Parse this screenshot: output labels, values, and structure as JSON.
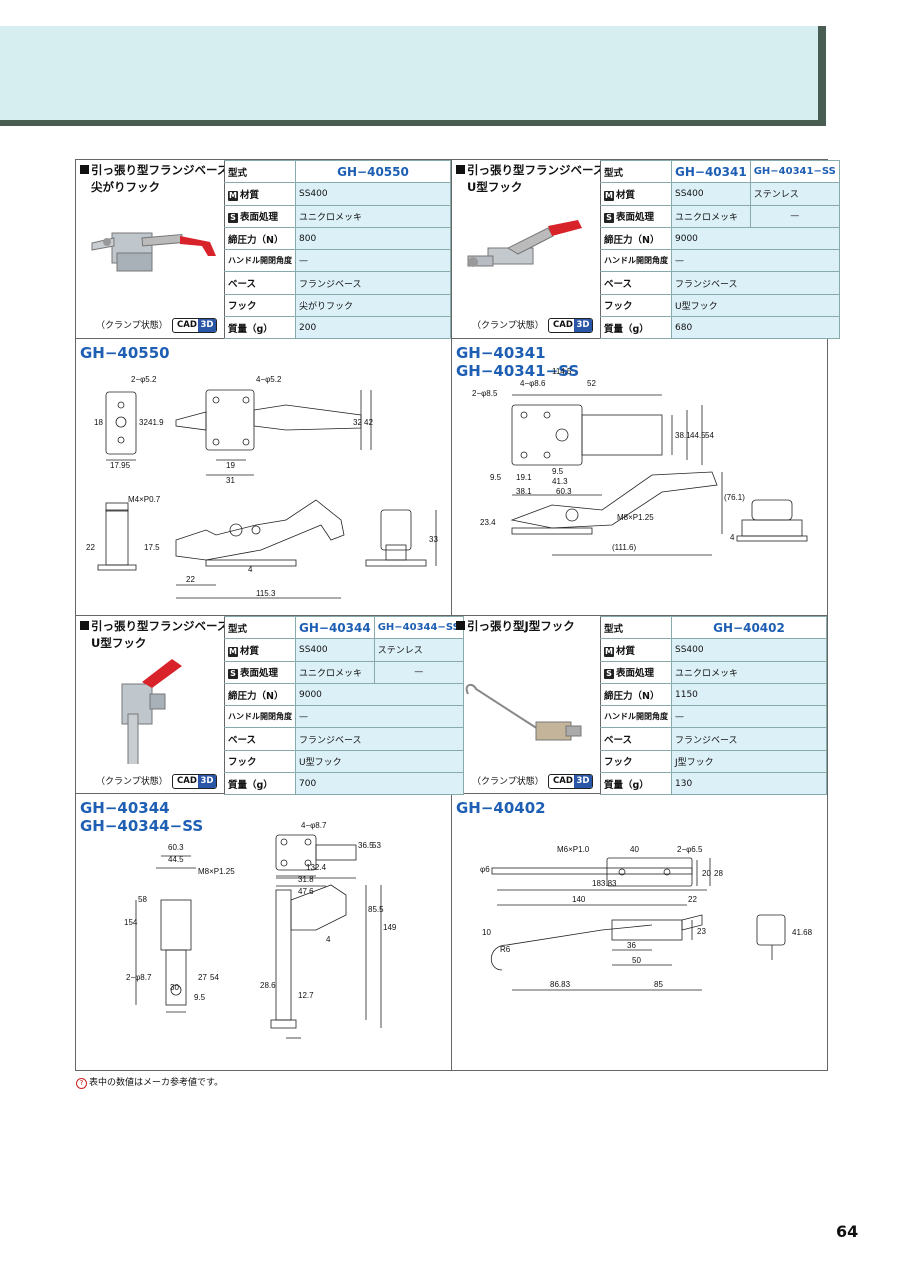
{
  "page_number": "64",
  "footnote": "表中の数値はメーカ参考値です。",
  "common": {
    "clamp_state": "（クランプ状態）",
    "cad_label": "CAD",
    "cad_3d": "3D"
  },
  "labels": {
    "model": "型式",
    "material": "材質",
    "surface": "表面処理",
    "force": "締圧力（N）",
    "handle_angle": "ハンドル開閉角度",
    "base": "ベース",
    "hook": "フック",
    "mass": "質量（g）",
    "m_badge": "M",
    "s_badge": "S"
  },
  "products": [
    {
      "title1": "引っ張り型フランジベース",
      "title2": "尖がりフック",
      "models": [
        "GH−40550"
      ],
      "material": [
        "SS400"
      ],
      "surface": [
        "ユニクロメッキ"
      ],
      "force": "800",
      "handle_angle": "—",
      "base": "フランジベース",
      "hook": "尖がりフック",
      "mass": "200",
      "drawing_models": [
        "GH−40550"
      ],
      "dims": {
        "a1": "2−φ5.2",
        "a2": "4−φ5.2",
        "a3": "18",
        "a4": "32",
        "a5": "41.9",
        "a6": "17.95",
        "a7": "19",
        "a8": "31",
        "a9": "32",
        "a10": "42",
        "a11": "M4×P0.7",
        "a12": "22",
        "a13": "17.5",
        "a14": "4",
        "a15": "22",
        "a16": "115.3",
        "a17": "33"
      }
    },
    {
      "title1": "引っ張り型フランジベース",
      "title2": "U型フック",
      "models": [
        "GH−40341",
        "GH−40341−SS"
      ],
      "material": [
        "SS400",
        "ステンレス"
      ],
      "surface": [
        "ユニクロメッキ",
        "—"
      ],
      "force": "9000",
      "handle_angle": "—",
      "base": "フランジベース",
      "hook": "U型フック",
      "mass": "680",
      "drawing_models": [
        "GH−40341",
        "GH−40341−SS"
      ],
      "dims": {
        "b1": "114.5",
        "b2": "4−φ8.6",
        "b3": "52",
        "b4": "2−φ8.5",
        "b5": "38.1",
        "b6": "44.5",
        "b7": "54",
        "b8": "9.5",
        "b9": "19.1",
        "b10": "9.5",
        "b11": "41.3",
        "b12": "38.1",
        "b13": "60.3",
        "b14": "(76.1)",
        "b15": "23.4",
        "b16": "M8×P1.25",
        "b17": "(111.6)",
        "b18": "4"
      }
    },
    {
      "title1": "引っ張り型フランジベース",
      "title2": "U型フック",
      "models": [
        "GH−40344",
        "GH−40344−SS"
      ],
      "material": [
        "SS400",
        "ステンレス"
      ],
      "surface": [
        "ユニクロメッキ",
        "—"
      ],
      "force": "9000",
      "handle_angle": "—",
      "base": "フランジベース",
      "hook": "U型フック",
      "mass": "700",
      "drawing_models": [
        "GH−40344",
        "GH−40344−SS"
      ],
      "dims": {
        "c1": "4−φ8.7",
        "c2": "36.5",
        "c3": "53",
        "c4": "31.8",
        "c5": "47.6",
        "c6": "60.3",
        "c7": "44.5",
        "c8": "M8×P1.25",
        "c9": "132.4",
        "c10": "58",
        "c11": "154",
        "c12": "85.5",
        "c13": "149",
        "c14": "4",
        "c15": "2−φ8.7",
        "c16": "27",
        "c17": "54",
        "c18": "30",
        "c19": "9.5",
        "c20": "28.6",
        "c21": "12.7"
      }
    },
    {
      "title1": "引っ張り型J型フック",
      "title2": "",
      "models": [
        "GH−40402"
      ],
      "material": [
        "SS400"
      ],
      "surface": [
        "ユニクロメッキ"
      ],
      "force": "1150",
      "handle_angle": "—",
      "base": "フランジベース",
      "hook": "J型フック",
      "mass": "130",
      "drawing_models": [
        "GH−40402"
      ],
      "dims": {
        "d1": "M6×P1.0",
        "d2": "40",
        "d3": "2−φ6.5",
        "d4": "φ6",
        "d5": "20",
        "d6": "28",
        "d7": "183.83",
        "d8": "140",
        "d9": "22",
        "d10": "10",
        "d11": "R6",
        "d12": "23",
        "d13": "36",
        "d14": "50",
        "d15": "86.83",
        "d16": "85",
        "d17": "41.68"
      }
    }
  ]
}
